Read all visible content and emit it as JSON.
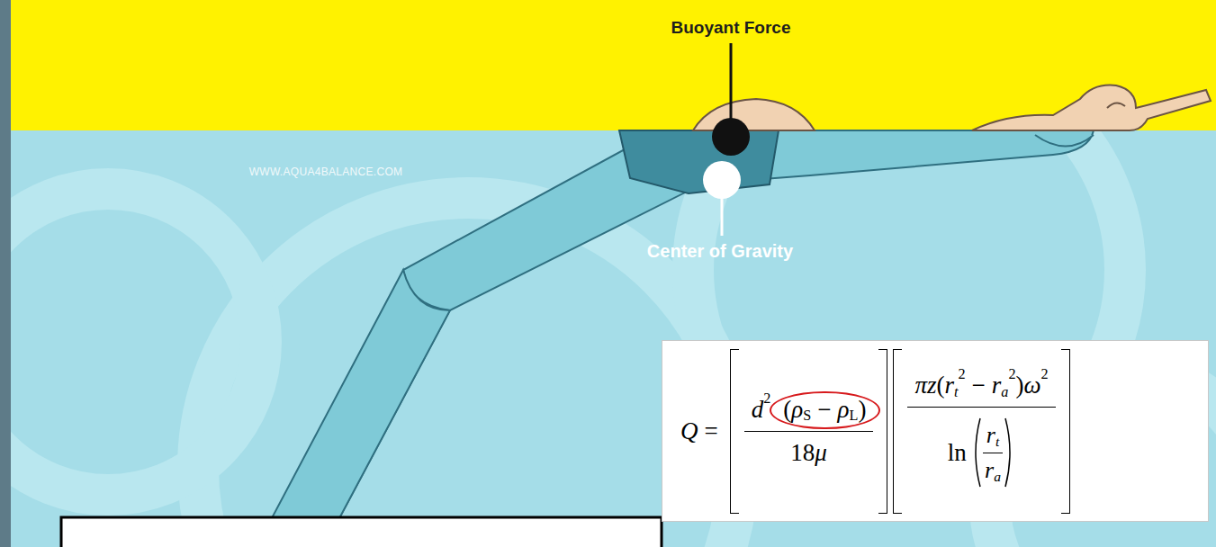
{
  "diagram": {
    "nodes": [
      {
        "text": [
          "Q",
          "=",
          "d",
          "2",
          "(",
          "ρ",
          "S",
          "−",
          "ρ",
          "L",
          ")",
          "18",
          "μ",
          "πz",
          "(",
          "r",
          "t",
          "2",
          "−",
          "r",
          "a",
          "2",
          ")",
          "ω",
          "2",
          "ln",
          "r",
          "t",
          "r",
          "a"
        ]
      }
    ],
    "labels": [
      "Buoyant Force",
      "Center of Gravity",
      "WWW.AQUA4BALANCE.COM"
    ]
  }
}
